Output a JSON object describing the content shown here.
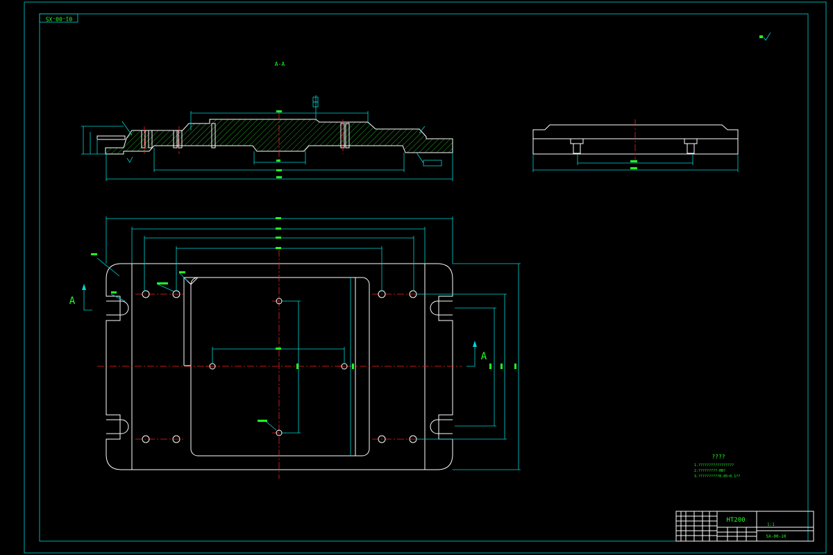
{
  "drawing_code": "01-00-X5",
  "section_label": "A-A",
  "view_marker": "A",
  "material": "HT200",
  "title_block_code": "SX-00-10",
  "title_block_scale": "1:1",
  "tech_req_title": "????",
  "tech_req_lines": [
    "1.?????????????????",
    "2.?????????-HB?",
    "3.??????????0.05~0.1??"
  ],
  "colors": {
    "background": "#000000",
    "outline": "#ffffff",
    "dimension": "#00d8d8",
    "text": "#22ff22",
    "centerline": "#ff2020"
  }
}
